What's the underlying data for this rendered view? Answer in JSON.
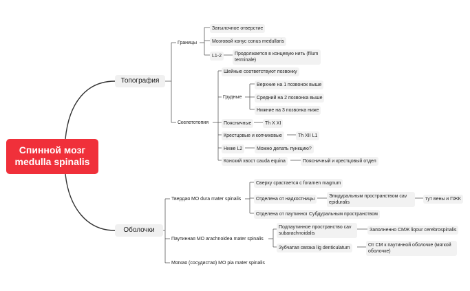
{
  "root": {
    "line1": "Спинной мозг",
    "line2": "medulla spinalis"
  },
  "topography": {
    "label": "Топография",
    "borders": {
      "label": "Границы",
      "items": [
        "Затылочное отверстие",
        "Мозговой конус conus medullaris"
      ],
      "l12": {
        "label": "L1-2",
        "note": "Продолжается в концевую нить (filum terminale)"
      }
    },
    "skeletotopy": {
      "label": "Скелетотопия",
      "cervical": "Шейные соответствуют позвонку",
      "thoracic": {
        "label": "Грудные",
        "items": [
          "Верхние на 1 позвонок выше",
          "Средний на 2 позвонка выше",
          "Нижние на 3 позвонка ниже"
        ]
      },
      "lumbar": {
        "label": "Поясничные",
        "value": "Th X XI"
      },
      "sacral": {
        "label": "Крестцовые и копчиковые",
        "value": "Th XII L1"
      },
      "below_l2": {
        "label": "Ниже L2",
        "value": "Можно делать пункцию?"
      },
      "cauda": {
        "label": "Конский хвост cauda equina",
        "value": "Поясничный и крестцовый отдел"
      }
    }
  },
  "membranes": {
    "label": "Оболочки",
    "dura": {
      "label": "Твердая МО dura mater spinalis",
      "top": "Сверху срастается с foramen magnum",
      "periosteum": {
        "label": "Отделена от надкостницы",
        "space": "Эпидуральным пространством cav epiduralis",
        "content": "тут вены и ПЖК"
      },
      "arachnoid_sep": {
        "label": "Отделена от паутинного",
        "space": "Субдуральным пространством"
      }
    },
    "arachnoid": {
      "label": "Паутинная МО arachnoidea mater spinalis",
      "subarachnoid": {
        "label": "Подпаутинное пространство cav subarachnoidalis",
        "content": "Заполненно СМЖ liqour cerebrospinalis"
      },
      "dentate": {
        "label": "Зубчатая связка lig denticulatum",
        "content": "От СМ к паутинной оболочке (мягкой оболочке)"
      }
    },
    "pia": {
      "label": "Мягкая (сосудистая) МО pia mater spinalis"
    }
  },
  "colors": {
    "root": "#f0303a",
    "line": "#333333",
    "node_bg": "#f2f2f2"
  }
}
